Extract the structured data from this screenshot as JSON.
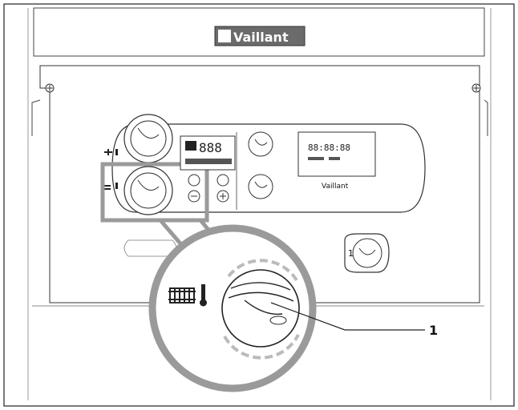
{
  "brand": {
    "logo_text": "Vaillant",
    "panel_logo_text": "Vaillant"
  },
  "display": {
    "digits": "888",
    "timer_digits": "88:88:88"
  },
  "callout": {
    "number": "1"
  },
  "rotary_switch": {
    "label": "1"
  },
  "colors": {
    "line": "#222222",
    "highlight": "#9a9a9a",
    "panel": "#ffffff"
  },
  "icons": {
    "hot_water": "tap-thermometer-icon",
    "heating": "radiator-thermometer-icon"
  }
}
